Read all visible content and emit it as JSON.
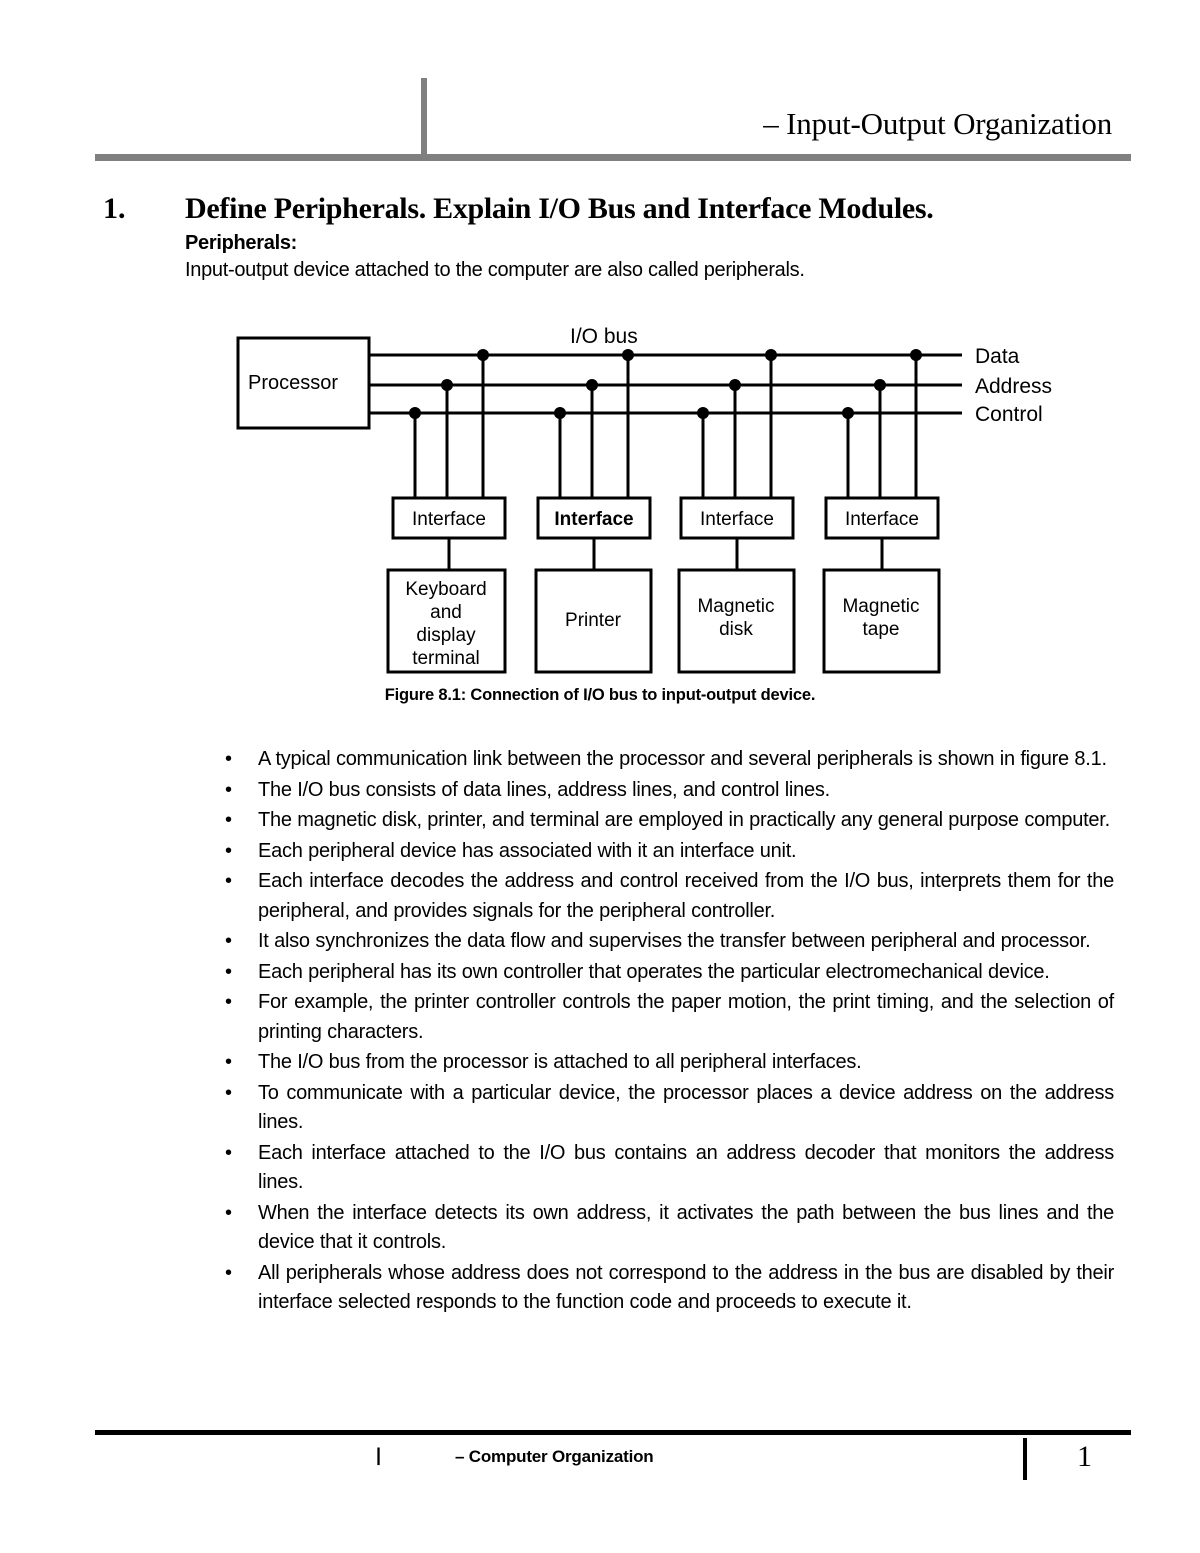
{
  "header": {
    "title": "–  Input-Output Organization"
  },
  "question": {
    "number": "1.",
    "title": "Define Peripherals. Explain I/O Bus and Interface Modules.",
    "sub_heading": "Peripherals:",
    "sub_text": "Input-output device attached to the computer are also called peripherals."
  },
  "figure": {
    "caption": "Figure 8.1: Connection of I/O bus to input-output device.",
    "bus_label": "I/O bus",
    "processor_label": "Processor",
    "bus_lines": [
      {
        "name": "Data",
        "label": "Data"
      },
      {
        "name": "Address",
        "label": "Address"
      },
      {
        "name": "Control",
        "label": "Control"
      }
    ],
    "interface_label": "Interface",
    "interfaces": [
      {
        "label": "Interface"
      },
      {
        "label": "Interface"
      },
      {
        "label": "Interface"
      },
      {
        "label": "Interface"
      }
    ],
    "devices": [
      {
        "lines": [
          "Keyboard",
          "and",
          "display",
          "terminal"
        ]
      },
      {
        "lines": [
          "Printer"
        ]
      },
      {
        "lines": [
          "Magnetic",
          "disk"
        ]
      },
      {
        "lines": [
          "Magnetic",
          "tape"
        ]
      }
    ]
  },
  "bullets": [
    {
      "marker": "•",
      "text": "A typical communication link between the processor and several peripherals is shown in figure 8.1."
    },
    {
      "marker": "•",
      "text": "The I/O bus consists of data lines, address lines, and control lines."
    },
    {
      "marker": "•",
      "text": "The magnetic disk, printer, and terminal are employed in practically any general purpose computer."
    },
    {
      "marker": "•",
      "text": "Each peripheral device has associated with it an interface unit."
    },
    {
      "marker": "•",
      "text": "Each interface decodes the address and control received from the I/O bus, interprets them for the peripheral, and provides signals for the peripheral controller."
    },
    {
      "marker": "•",
      "text": "It also synchronizes the data flow and supervises the transfer between peripheral and processor."
    },
    {
      "marker": "•",
      "text": "Each peripheral has its own controller that operates the particular electromechanical device."
    },
    {
      "marker": "•",
      "text": "For example, the printer controller controls the paper motion, the print timing, and the selection of printing characters."
    },
    {
      "marker": "•",
      "text": "The I/O bus from the processor is attached to all peripheral interfaces."
    },
    {
      "marker": "•",
      "text": "To communicate with a particular device, the processor places a device address on the address lines."
    },
    {
      "marker": "•",
      "text": "Each interface attached to the I/O bus contains an address decoder that monitors the address lines."
    },
    {
      "marker": "•",
      "text": "When the interface detects its own address, it activates the path between the bus lines and the device that it controls."
    },
    {
      "marker": "•",
      "text": "All peripherals whose address does not correspond to the address in the bus are disabled by their interface selected responds to the function code and proceeds to execute it."
    }
  ],
  "footer": {
    "separator": "|",
    "center": "– Computer Organization",
    "page": "1"
  }
}
